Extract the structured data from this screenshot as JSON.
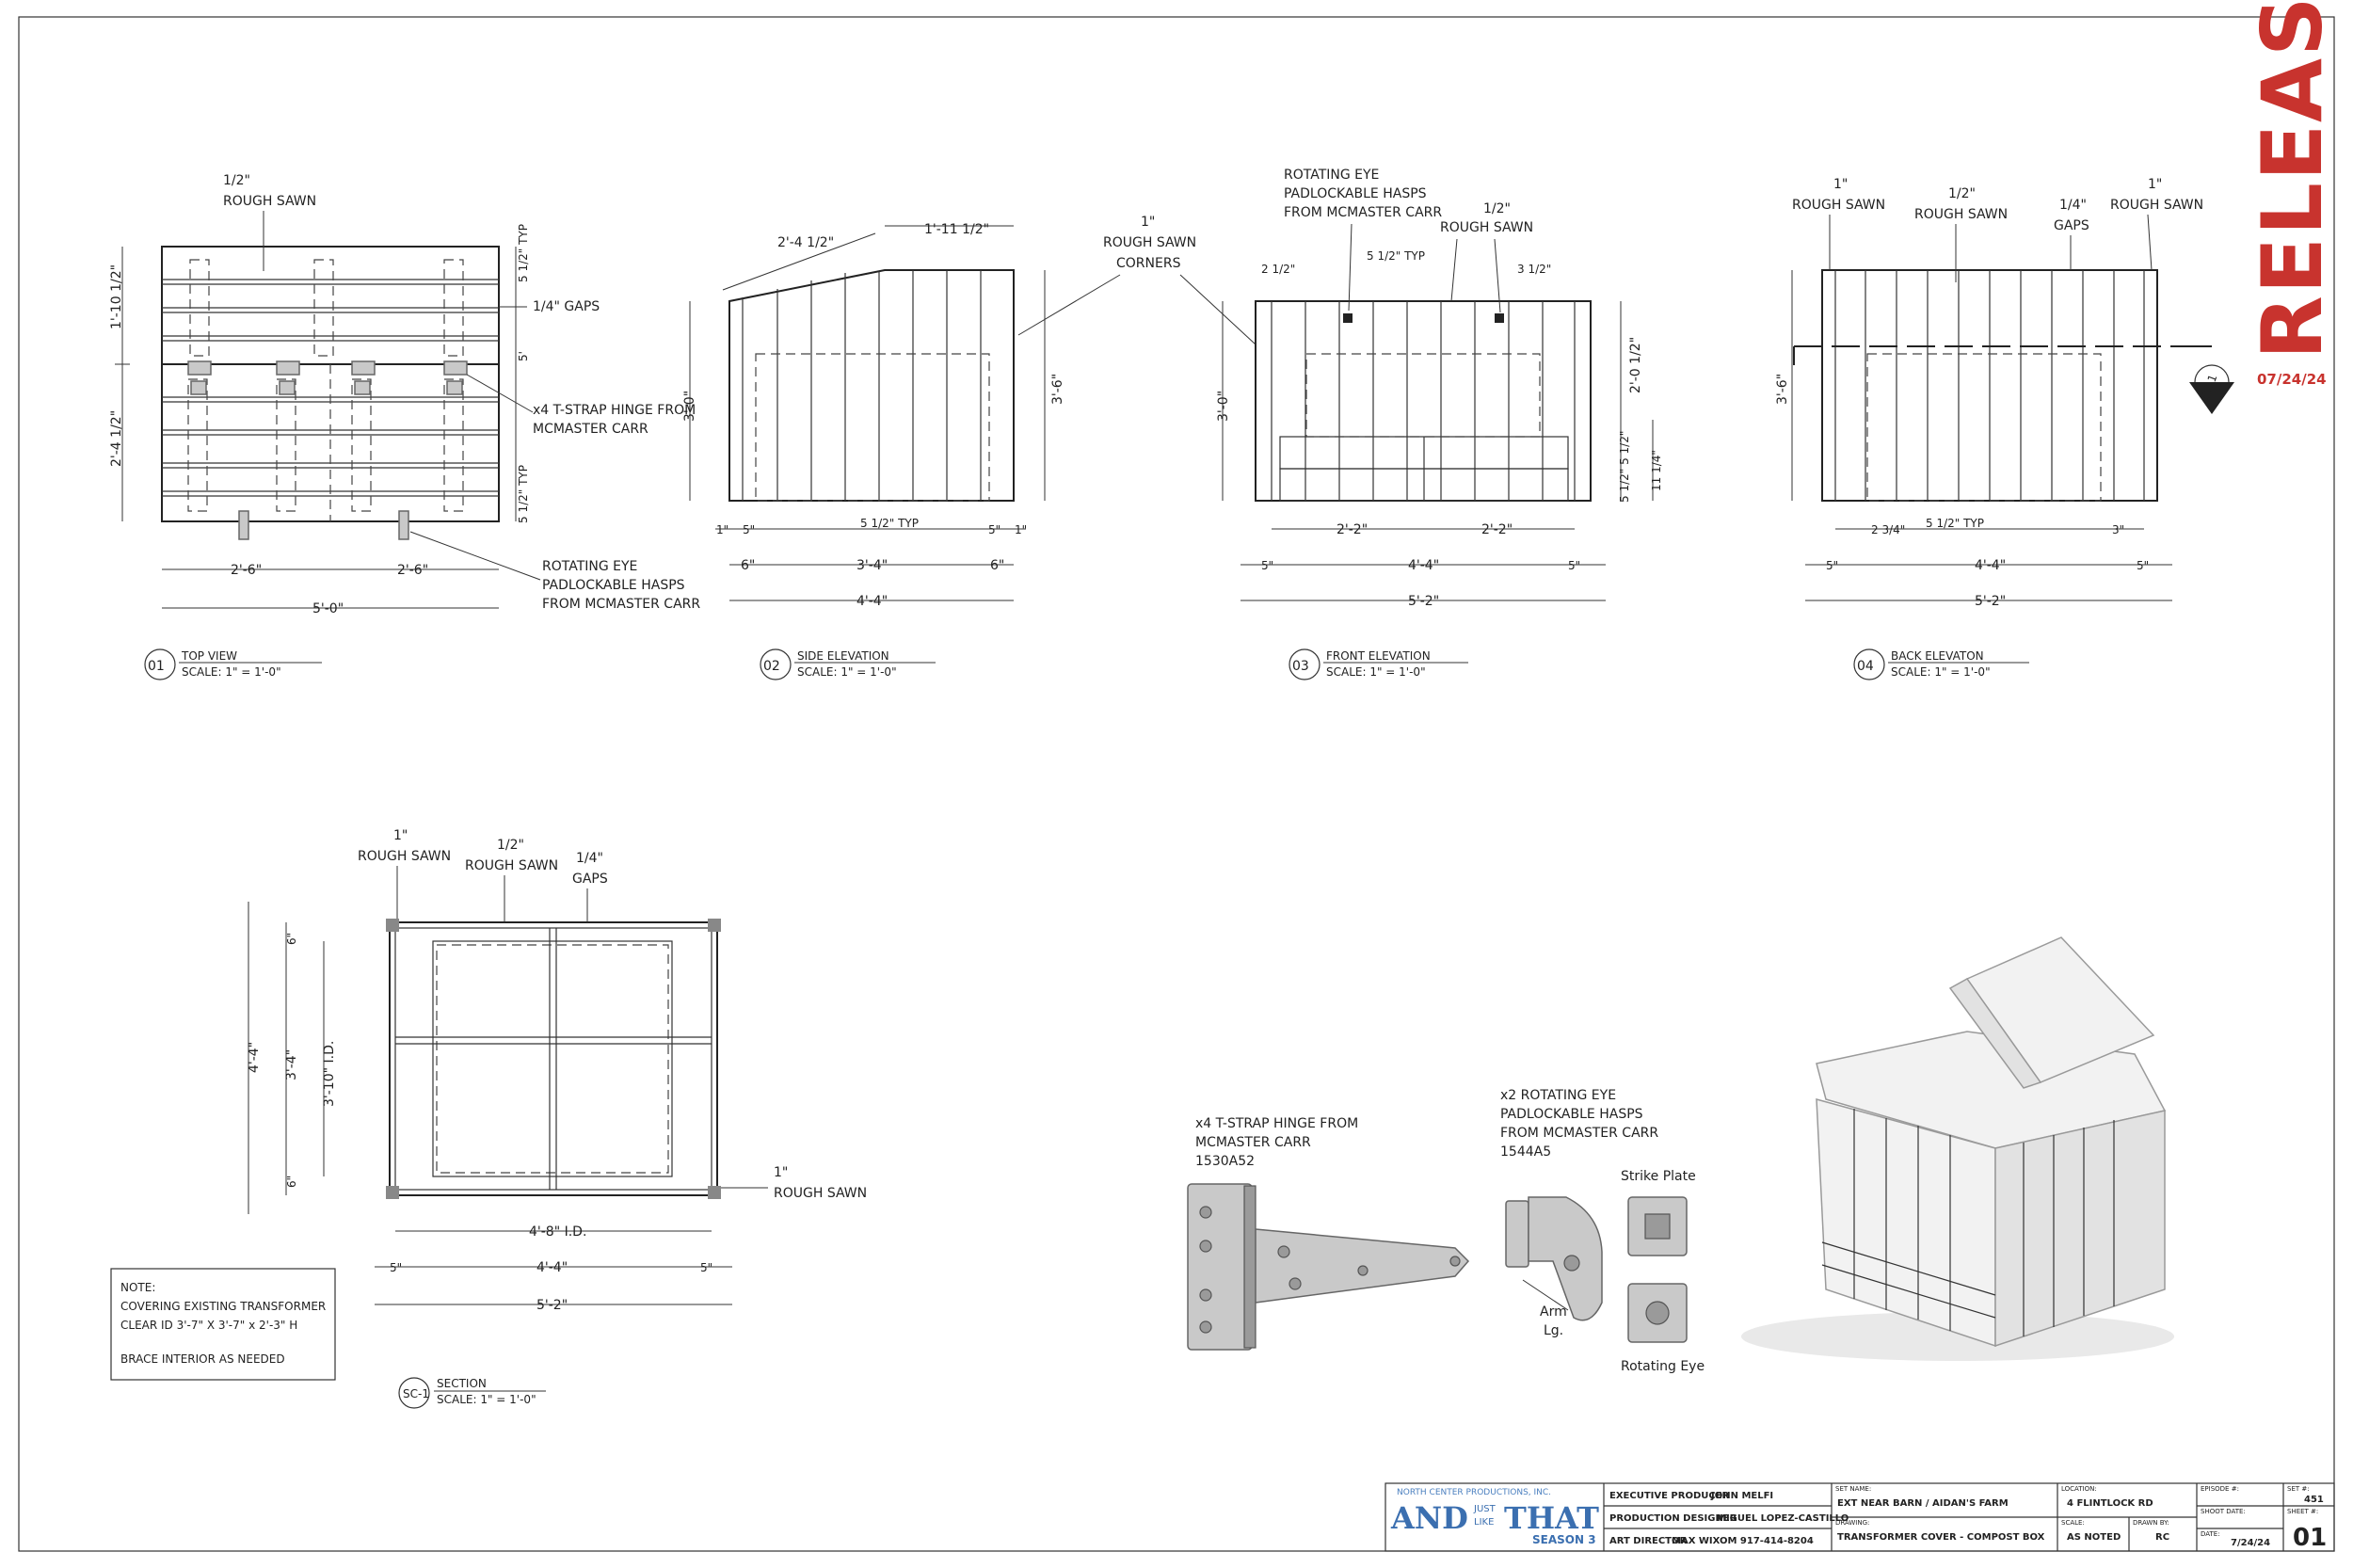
{
  "release": {
    "word": "RELEASE",
    "date": "07/24/24"
  },
  "views": {
    "top": {
      "num": "01",
      "title": "TOP VIEW",
      "scale": "SCALE: 1\" = 1'-0\"",
      "label_board": "1/2\"",
      "label_board2": "ROUGH SAWN",
      "label_gaps": "1/4\" GAPS",
      "label_hinge1": "x4 T-STRAP HINGE FROM",
      "label_hinge2": "MCMASTER CARR",
      "label_hasp1": "ROTATING EYE",
      "label_hasp2": "PADLOCKABLE HASPS",
      "label_hasp3": "FROM MCMASTER CARR",
      "dim_left_top": "1'-10 1/2\"",
      "dim_left_bot": "2'-4 1/2\"",
      "dim_r1": "5 1/2\" TYP",
      "dim_r2": "5'",
      "dim_r3": "5 1/2\" TYP",
      "dim_b1": "2'-6\"",
      "dim_b2": "2'-6\"",
      "dim_total": "5'-0\""
    },
    "side": {
      "num": "02",
      "title": "SIDE ELEVATION",
      "scale": "SCALE: 1\" = 1'-0\"",
      "dim_slope": "2'-4 1/2\"",
      "dim_top": "1'-11 1/2\"",
      "dim_h_left": "3'-0\"",
      "dim_h_right": "3'-6\"",
      "dim_a1": "1\"",
      "dim_a2": "5\"",
      "dim_a3": "5 1/2\" TYP",
      "dim_a4": "5\"",
      "dim_a5": "1\"",
      "dim_b1": "6\"",
      "dim_b2": "3'-4\"",
      "dim_b3": "6\"",
      "dim_total": "4'-4\""
    },
    "corners": {
      "l1": "1\"",
      "l2": "ROUGH SAWN",
      "l3": "CORNERS"
    },
    "front": {
      "num": "03",
      "title": "FRONT ELEVATION",
      "scale": "SCALE: 1\" = 1'-0\"",
      "label_hasp1": "ROTATING EYE",
      "label_hasp2": "PADLOCKABLE HASPS",
      "label_hasp3": "FROM MCMASTER CARR",
      "label_board1": "1/2\"",
      "label_board2": "ROUGH SAWN",
      "dim_t1": "2 1/2\"",
      "dim_t2": "5 1/2\" TYP",
      "dim_t3": "3 1/2\"",
      "dim_h_left": "3'-0\"",
      "dim_r1": "2'-0 1/2\"",
      "dim_r2": "5 1/2\" 5 1/2\"",
      "dim_r3": "11 1/4\"",
      "dim_a1": "2'-2\"",
      "dim_a2": "2'-2\"",
      "dim_b1": "5\"",
      "dim_b2": "4'-4\"",
      "dim_b3": "5\"",
      "dim_total": "5'-2\""
    },
    "back": {
      "num": "04",
      "title": "BACK ELEVATON",
      "scale": "SCALE: 1\" = 1'-0\"",
      "l_a1": "1\"",
      "l_a2": "ROUGH SAWN",
      "l_b1": "1/2\"",
      "l_b2": "ROUGH SAWN",
      "l_c1": "1/4\"",
      "l_c2": "GAPS",
      "l_d1": "1\"",
      "l_d2": "ROUGH SAWN",
      "dim_h": "3'-6\"",
      "section_tag": "SC-1",
      "dim_a1": "2 3/4\"",
      "dim_a2": "5 1/2\" TYP",
      "dim_a3": "3\"",
      "dim_b1": "5\"",
      "dim_b2": "4'-4\"",
      "dim_b3": "5\"",
      "dim_total": "5'-2\""
    },
    "section": {
      "num": "SC-1",
      "title": "SECTION",
      "scale": "SCALE: 1\" = 1'-0\"",
      "l_a1": "1\"",
      "l_a2": "ROUGH SAWN",
      "l_b1": "1/2\"",
      "l_b2": "ROUGH SAWN",
      "l_c1": "1/4\"",
      "l_c2": "GAPS",
      "l_d1": "1\"",
      "l_d2": "ROUGH SAWN",
      "dim_left": "4'-4\"",
      "dim_l1": "6\"",
      "dim_l2": "3'-4\"",
      "dim_l3": "6\"",
      "dim_id_v": "3'-10\" I.D.",
      "dim_id_h": "4'-8\" I.D.",
      "dim_b1": "5\"",
      "dim_b2": "4'-4\"",
      "dim_b3": "5\"",
      "dim_total": "5'-2\""
    }
  },
  "note": {
    "l1": "NOTE:",
    "l2": "COVERING EXISTING TRANSFORMER",
    "l3": "CLEAR ID 3'-7\" X 3'-7\" x 2'-3\" H",
    "l4": "BRACE INTERIOR AS NEEDED"
  },
  "hardware": {
    "hinge": {
      "l1": "x4 T-STRAP HINGE FROM",
      "l2": "MCMASTER CARR",
      "l3": "1530A52"
    },
    "hasp": {
      "l1": "x2 ROTATING EYE",
      "l2": "PADLOCKABLE HASPS",
      "l3": "FROM MCMASTER CARR",
      "l4": "1544A5",
      "strike": "Strike Plate",
      "arm1": "Arm",
      "arm2": "Lg.",
      "eye": "Rotating Eye"
    }
  },
  "titleblock": {
    "company": "NORTH CENTER PRODUCTIONS, INC.",
    "logo_main": "AND",
    "logo_just": "JUST",
    "logo_like": "LIKE",
    "logo_that": "THAT",
    "logo_season": "SEASON 3",
    "exec_label": "EXECUTIVE PRODUCER",
    "exec_value": "JOHN MELFI",
    "pd_label": "PRODUCTION DESIGNER",
    "pd_value": "MIGUEL LOPEZ-CASTILLO",
    "ad_label": "ART DIRECTOR",
    "ad_value": "MAX WIXOM 917-414-8204",
    "setname_label": "SET NAME:",
    "setname_value": "EXT NEAR BARN / AIDAN'S FARM",
    "drawing_label": "DRAWING:",
    "drawing_value": "TRANSFORMER COVER - COMPOST BOX",
    "location_label": "LOCATION:",
    "location_value": "4 FLINTLOCK RD",
    "scale_label": "SCALE:",
    "scale_value": "AS NOTED",
    "drawnby_label": "DRAWN BY:",
    "drawnby_value": "RC",
    "episode_label": "EPISODE #:",
    "shootdate_label": "SHOOT DATE:",
    "date_label": "DATE:",
    "date_value": "7/24/24",
    "set_label": "SET #:",
    "set_value": "451",
    "sheet_label": "SHEET #:",
    "sheet_value": "01"
  }
}
